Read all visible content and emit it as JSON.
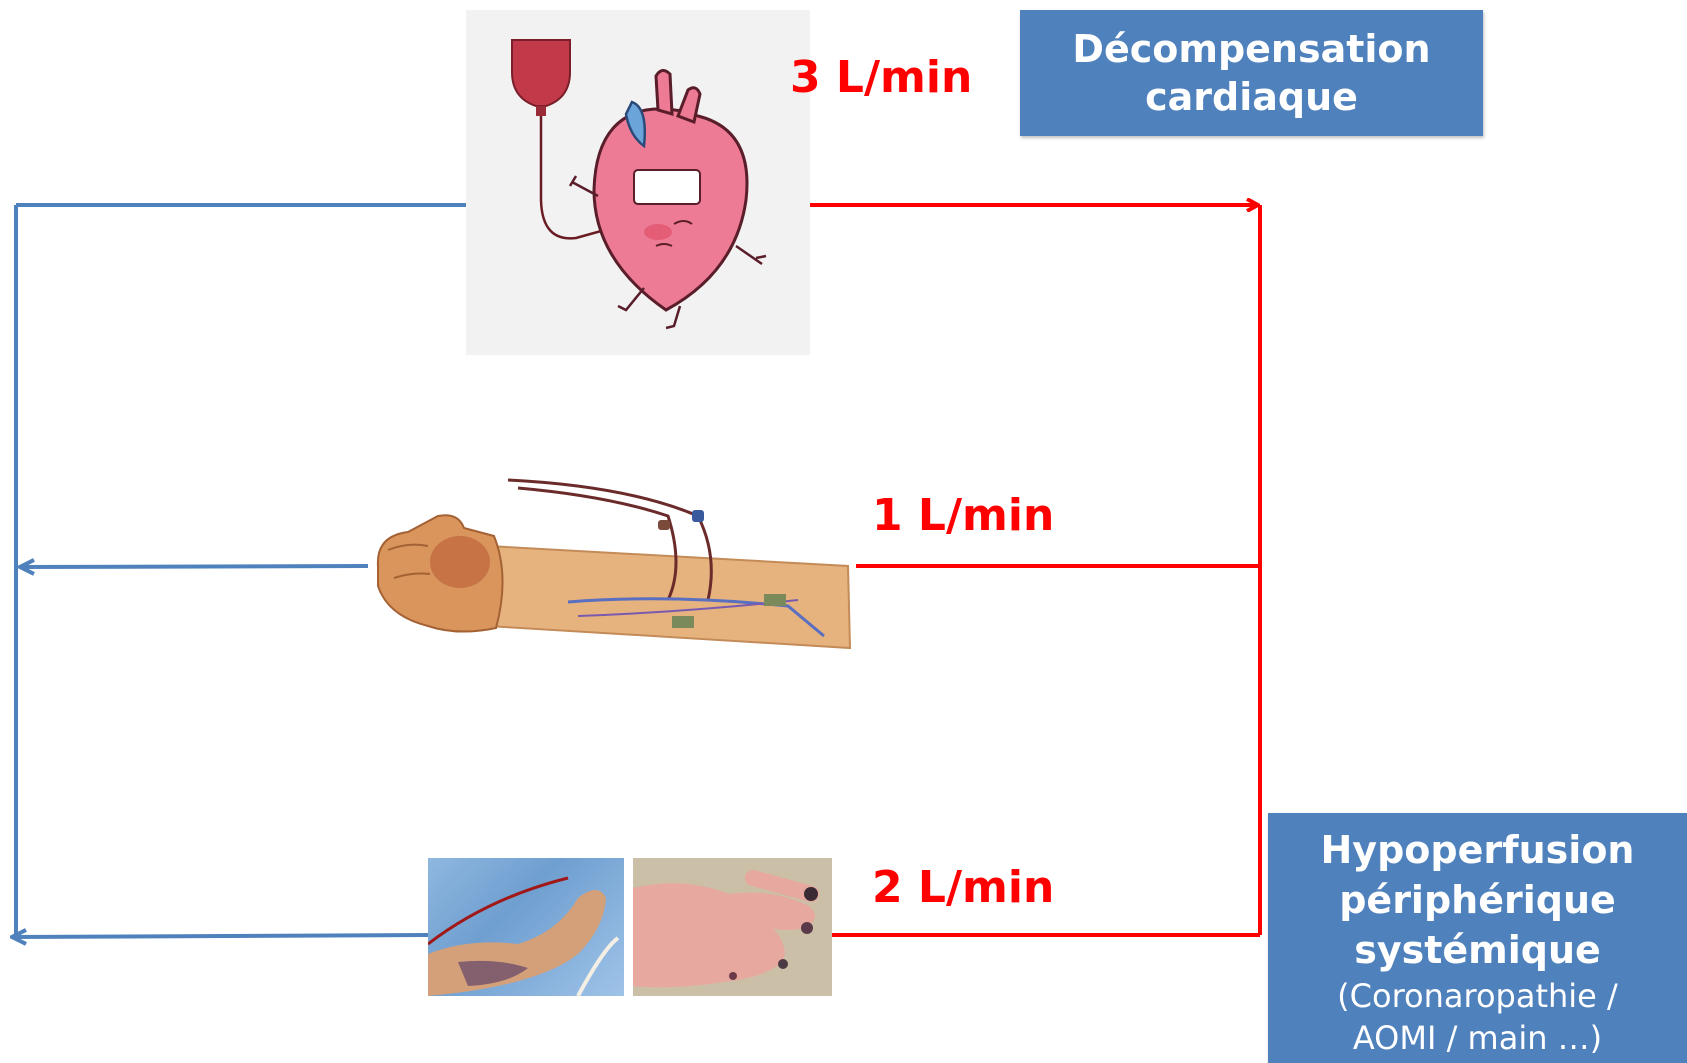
{
  "flows": {
    "heart": "3 L/min",
    "arm": "1 L/min",
    "limbs": "2 L/min"
  },
  "boxes": {
    "decompensation": {
      "title_line1": "Décompensation",
      "title_line2": "cardiaque"
    },
    "hypoperfusion": {
      "title_line1": "Hypoperfusion",
      "title_line2": "périphérique",
      "title_line3": "systémique",
      "detail_line1": "(Coronaropathie /",
      "detail_line2": "AOMI / main …)"
    }
  },
  "colors": {
    "box_fill": "#4f81bd",
    "arterial_flow": "#ff0000",
    "venous_return": "#4f81bd"
  },
  "images": {
    "heart": "sick-heart-with-iv-bag-illustration",
    "arm": "forearm-with-dialysis-fistula-illustration",
    "foot": "ischemic-foot-photo",
    "hand": "ischemic-hand-photo"
  }
}
